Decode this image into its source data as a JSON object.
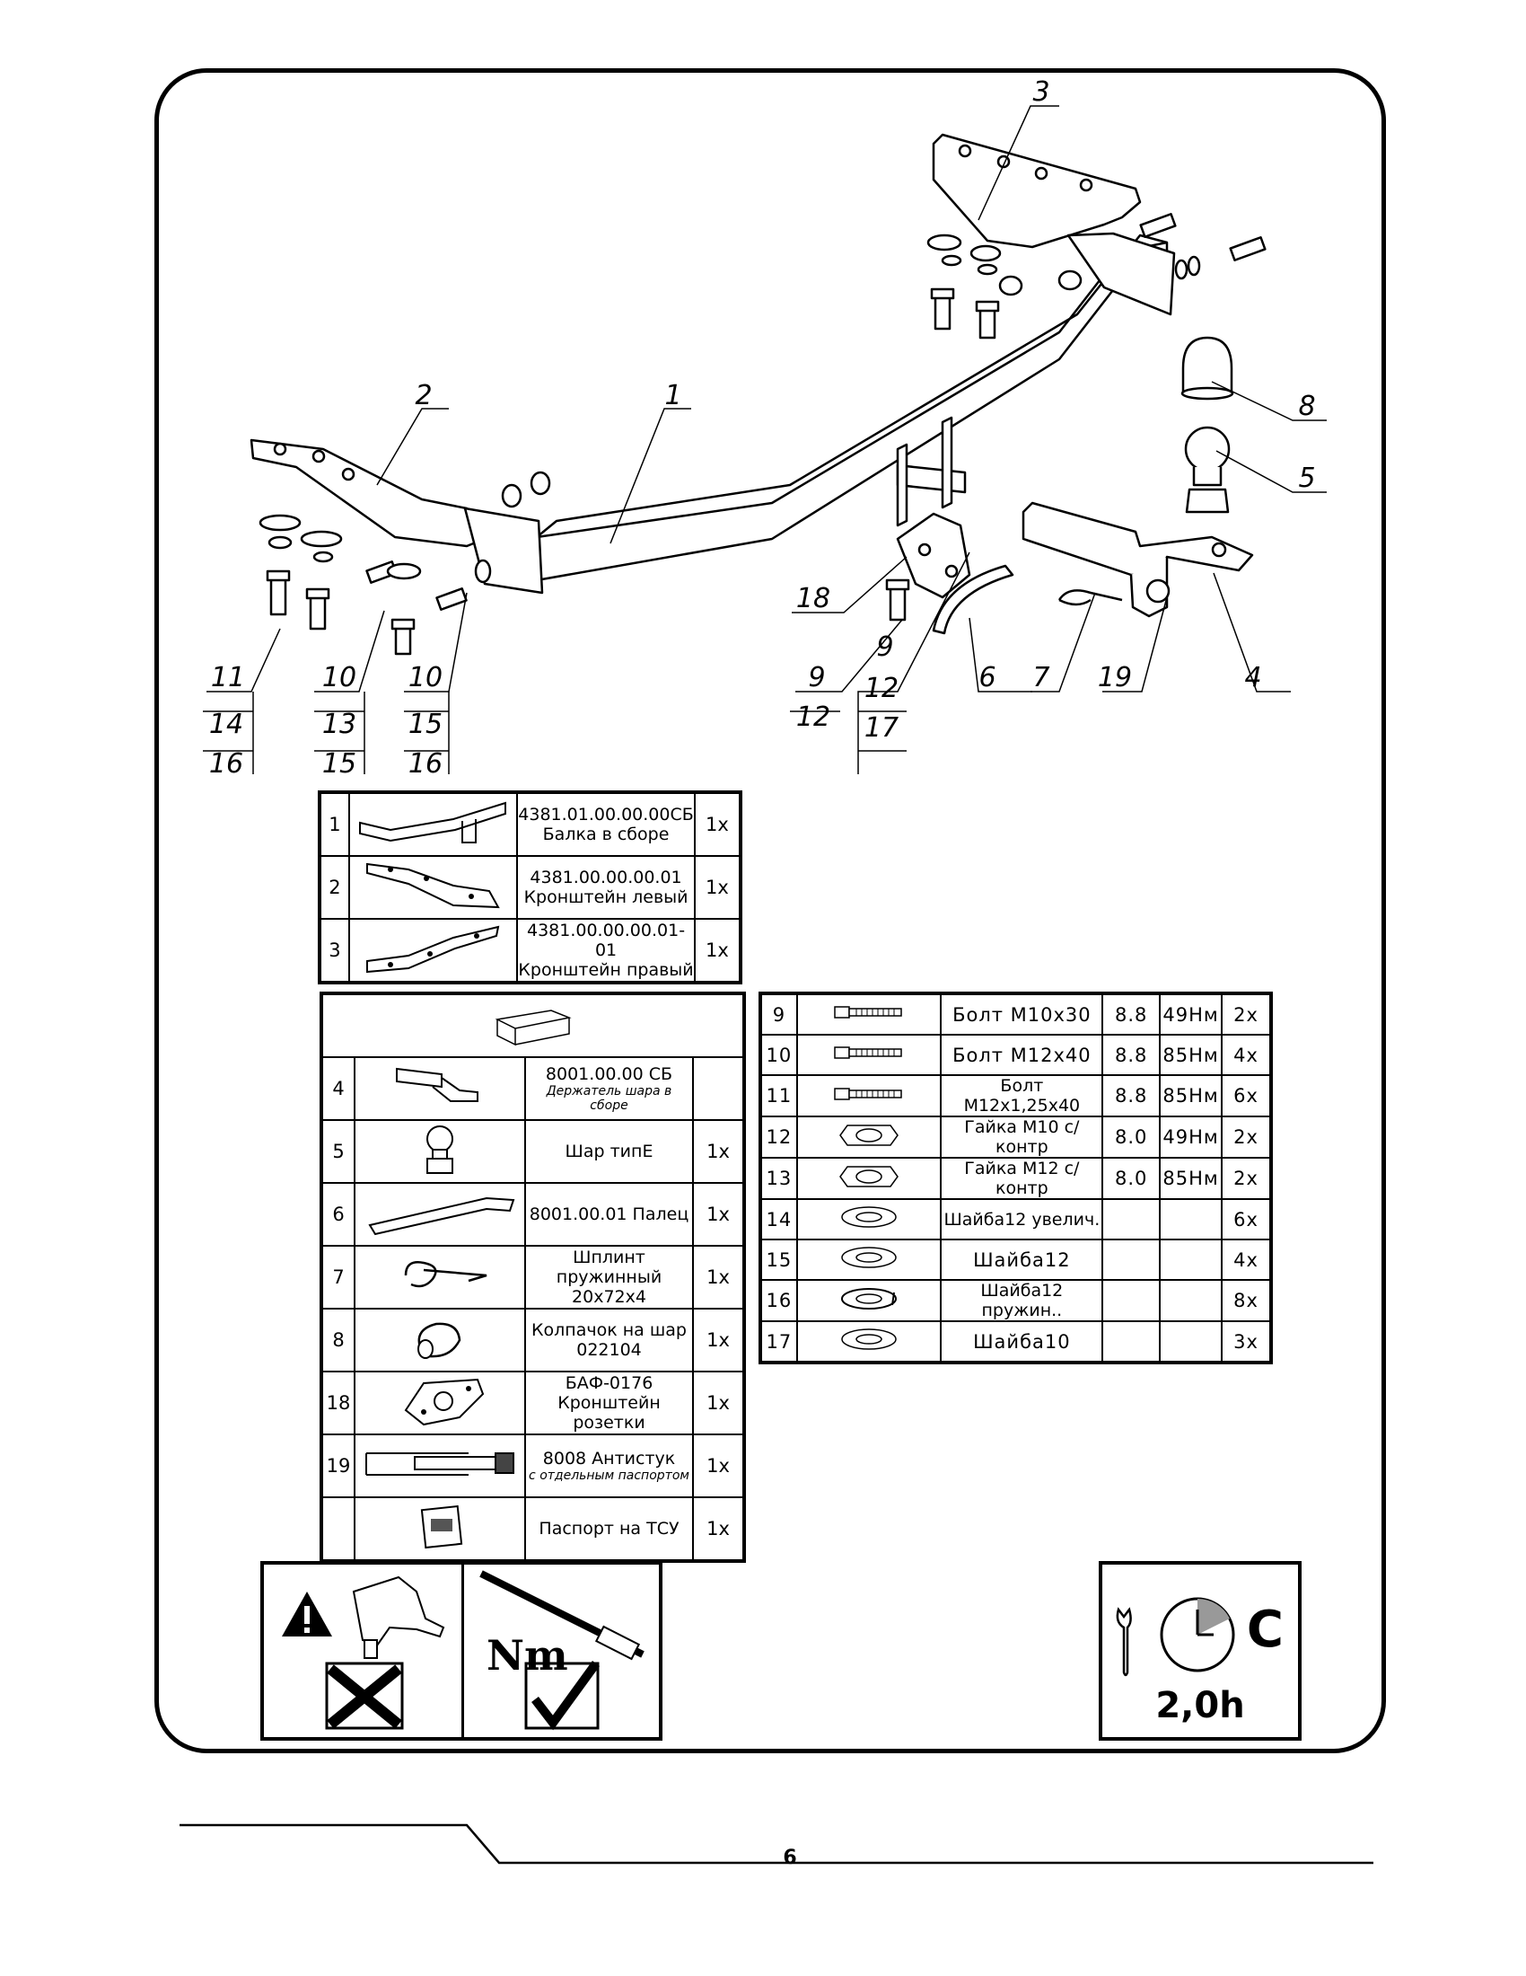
{
  "callouts": {
    "c1": "1",
    "c2": "2",
    "c3": "3",
    "c4": "4",
    "c5": "5",
    "c6": "6",
    "c7": "7",
    "c8": "8",
    "c18": "18",
    "c19": "19",
    "c9a": "9",
    "c12a": "12",
    "c9b": "9",
    "c12b": "12",
    "c17": "17",
    "c11": "11",
    "c14": "14",
    "c16a": "16",
    "c10a": "10",
    "c13": "13",
    "c15a": "15",
    "c10b": "10",
    "c15b": "15",
    "c16b": "16"
  },
  "assembly_parts": [
    {
      "num": "1",
      "code": "4381.01.00.00.00СБ",
      "name": "Балка в сборе",
      "qty": "1х",
      "icon": "beam-icon"
    },
    {
      "num": "2",
      "code": "4381.00.00.00.01",
      "name": "Кронштейн левый",
      "qty": "1х",
      "icon": "left-bracket-icon"
    },
    {
      "num": "3",
      "code": "4381.00.00.00.01-01",
      "name": "Кронштейн правый",
      "qty": "1х",
      "icon": "right-bracket-icon"
    }
  ],
  "kit_parts": [
    {
      "num": "4",
      "code": "8001.00.00 СБ",
      "name": "",
      "note": "Держатель шара в сборе",
      "qty": "",
      "icon": "ball-holder-icon"
    },
    {
      "num": "5",
      "code": "",
      "name": "Шар типE",
      "note": "",
      "qty": "1х",
      "icon": "tow-ball-icon"
    },
    {
      "num": "6",
      "code": "",
      "name": "8001.00.01 Палец",
      "note": "",
      "qty": "1х",
      "icon": "pin-icon"
    },
    {
      "num": "7",
      "code": "Шплинт пружинный",
      "name": "20х72х4",
      "note": "",
      "qty": "1х",
      "icon": "spring-cotter-icon"
    },
    {
      "num": "8",
      "code": "Колпачок на шар",
      "name": "022104",
      "note": "",
      "qty": "1х",
      "icon": "ball-cap-icon"
    },
    {
      "num": "18",
      "code": "БАФ-0176",
      "name": "Кронштейн розетки",
      "note": "",
      "qty": "1х",
      "icon": "socket-bracket-icon"
    },
    {
      "num": "19",
      "code": "8008 Антистук",
      "name": "",
      "note": "с отдельным паспортом",
      "qty": "1х",
      "icon": "anti-rattle-icon"
    },
    {
      "num": "",
      "code": "",
      "name": "Паспорт на ТСУ",
      "note": "",
      "qty": "1х",
      "icon": "passport-icon"
    }
  ],
  "fasteners": [
    {
      "num": "9",
      "name": "Болт М10х30",
      "grade": "8.8",
      "torque": "49Нм",
      "qty": "2х",
      "icon": "bolt-icon"
    },
    {
      "num": "10",
      "name": "Болт М12х40",
      "grade": "8.8",
      "torque": "85Нм",
      "qty": "4х",
      "icon": "bolt-icon"
    },
    {
      "num": "11",
      "name": "Болт М12х1,25х40",
      "grade": "8.8",
      "torque": "85Нм",
      "qty": "6х",
      "icon": "bolt-icon"
    },
    {
      "num": "12",
      "name": "Гайка М10 с/контр",
      "grade": "8.0",
      "torque": "49Нм",
      "qty": "2х",
      "icon": "nut-icon"
    },
    {
      "num": "13",
      "name": "Гайка М12 с/контр",
      "grade": "8.0",
      "torque": "85Нм",
      "qty": "2х",
      "icon": "nut-icon"
    },
    {
      "num": "14",
      "name": "Шайба12 увелич.",
      "grade": "",
      "torque": "",
      "qty": "6х",
      "icon": "washer-icon"
    },
    {
      "num": "15",
      "name": "Шайба12",
      "grade": "",
      "torque": "",
      "qty": "4х",
      "icon": "washer-icon"
    },
    {
      "num": "16",
      "name": "Шайба12 пружин..",
      "grade": "",
      "torque": "",
      "qty": "8х",
      "icon": "spring-washer-icon"
    },
    {
      "num": "17",
      "name": "Шайба10",
      "grade": "",
      "torque": "",
      "qty": "3х",
      "icon": "washer-icon"
    }
  ],
  "notices": {
    "torque_label": "Nm",
    "time_label": "2,0h",
    "complexity_label": "C"
  },
  "page": {
    "number": "6"
  }
}
